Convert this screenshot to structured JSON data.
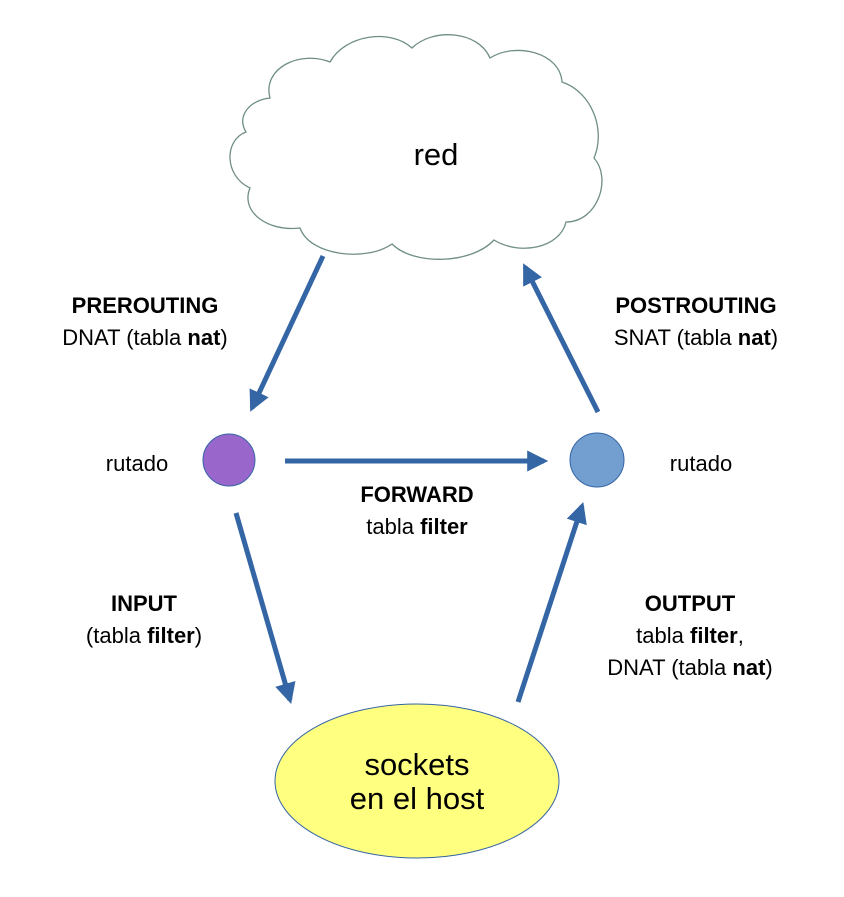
{
  "network": {
    "label": "red"
  },
  "nodes": {
    "left_router": {
      "label": "rutado",
      "color": "#9966cc"
    },
    "right_router": {
      "label": "rutado",
      "color": "#729fcf"
    }
  },
  "host": {
    "line1": "sockets",
    "line2": "en el host",
    "color": "#ffff80"
  },
  "chains": {
    "prerouting": {
      "name": "PREROUTING",
      "pre": "DNAT (tabla ",
      "table": "nat",
      "post": ")"
    },
    "postrouting": {
      "name": "POSTROUTING",
      "pre": "SNAT (tabla ",
      "table": "nat",
      "post": ")"
    },
    "forward": {
      "name": "FORWARD",
      "pre": "tabla ",
      "table": "filter"
    },
    "input": {
      "name": "INPUT",
      "pre": "(tabla ",
      "table": "filter",
      "post": ")"
    },
    "output": {
      "name": "OUTPUT",
      "pre": "tabla ",
      "table": "filter",
      "sep": ",",
      "pre2": "DNAT (tabla ",
      "table2": "nat",
      "post2": ")"
    }
  },
  "colors": {
    "arrow": "#3465a4",
    "cloud_stroke": "#6f8f80",
    "outline": "#3465a4"
  }
}
